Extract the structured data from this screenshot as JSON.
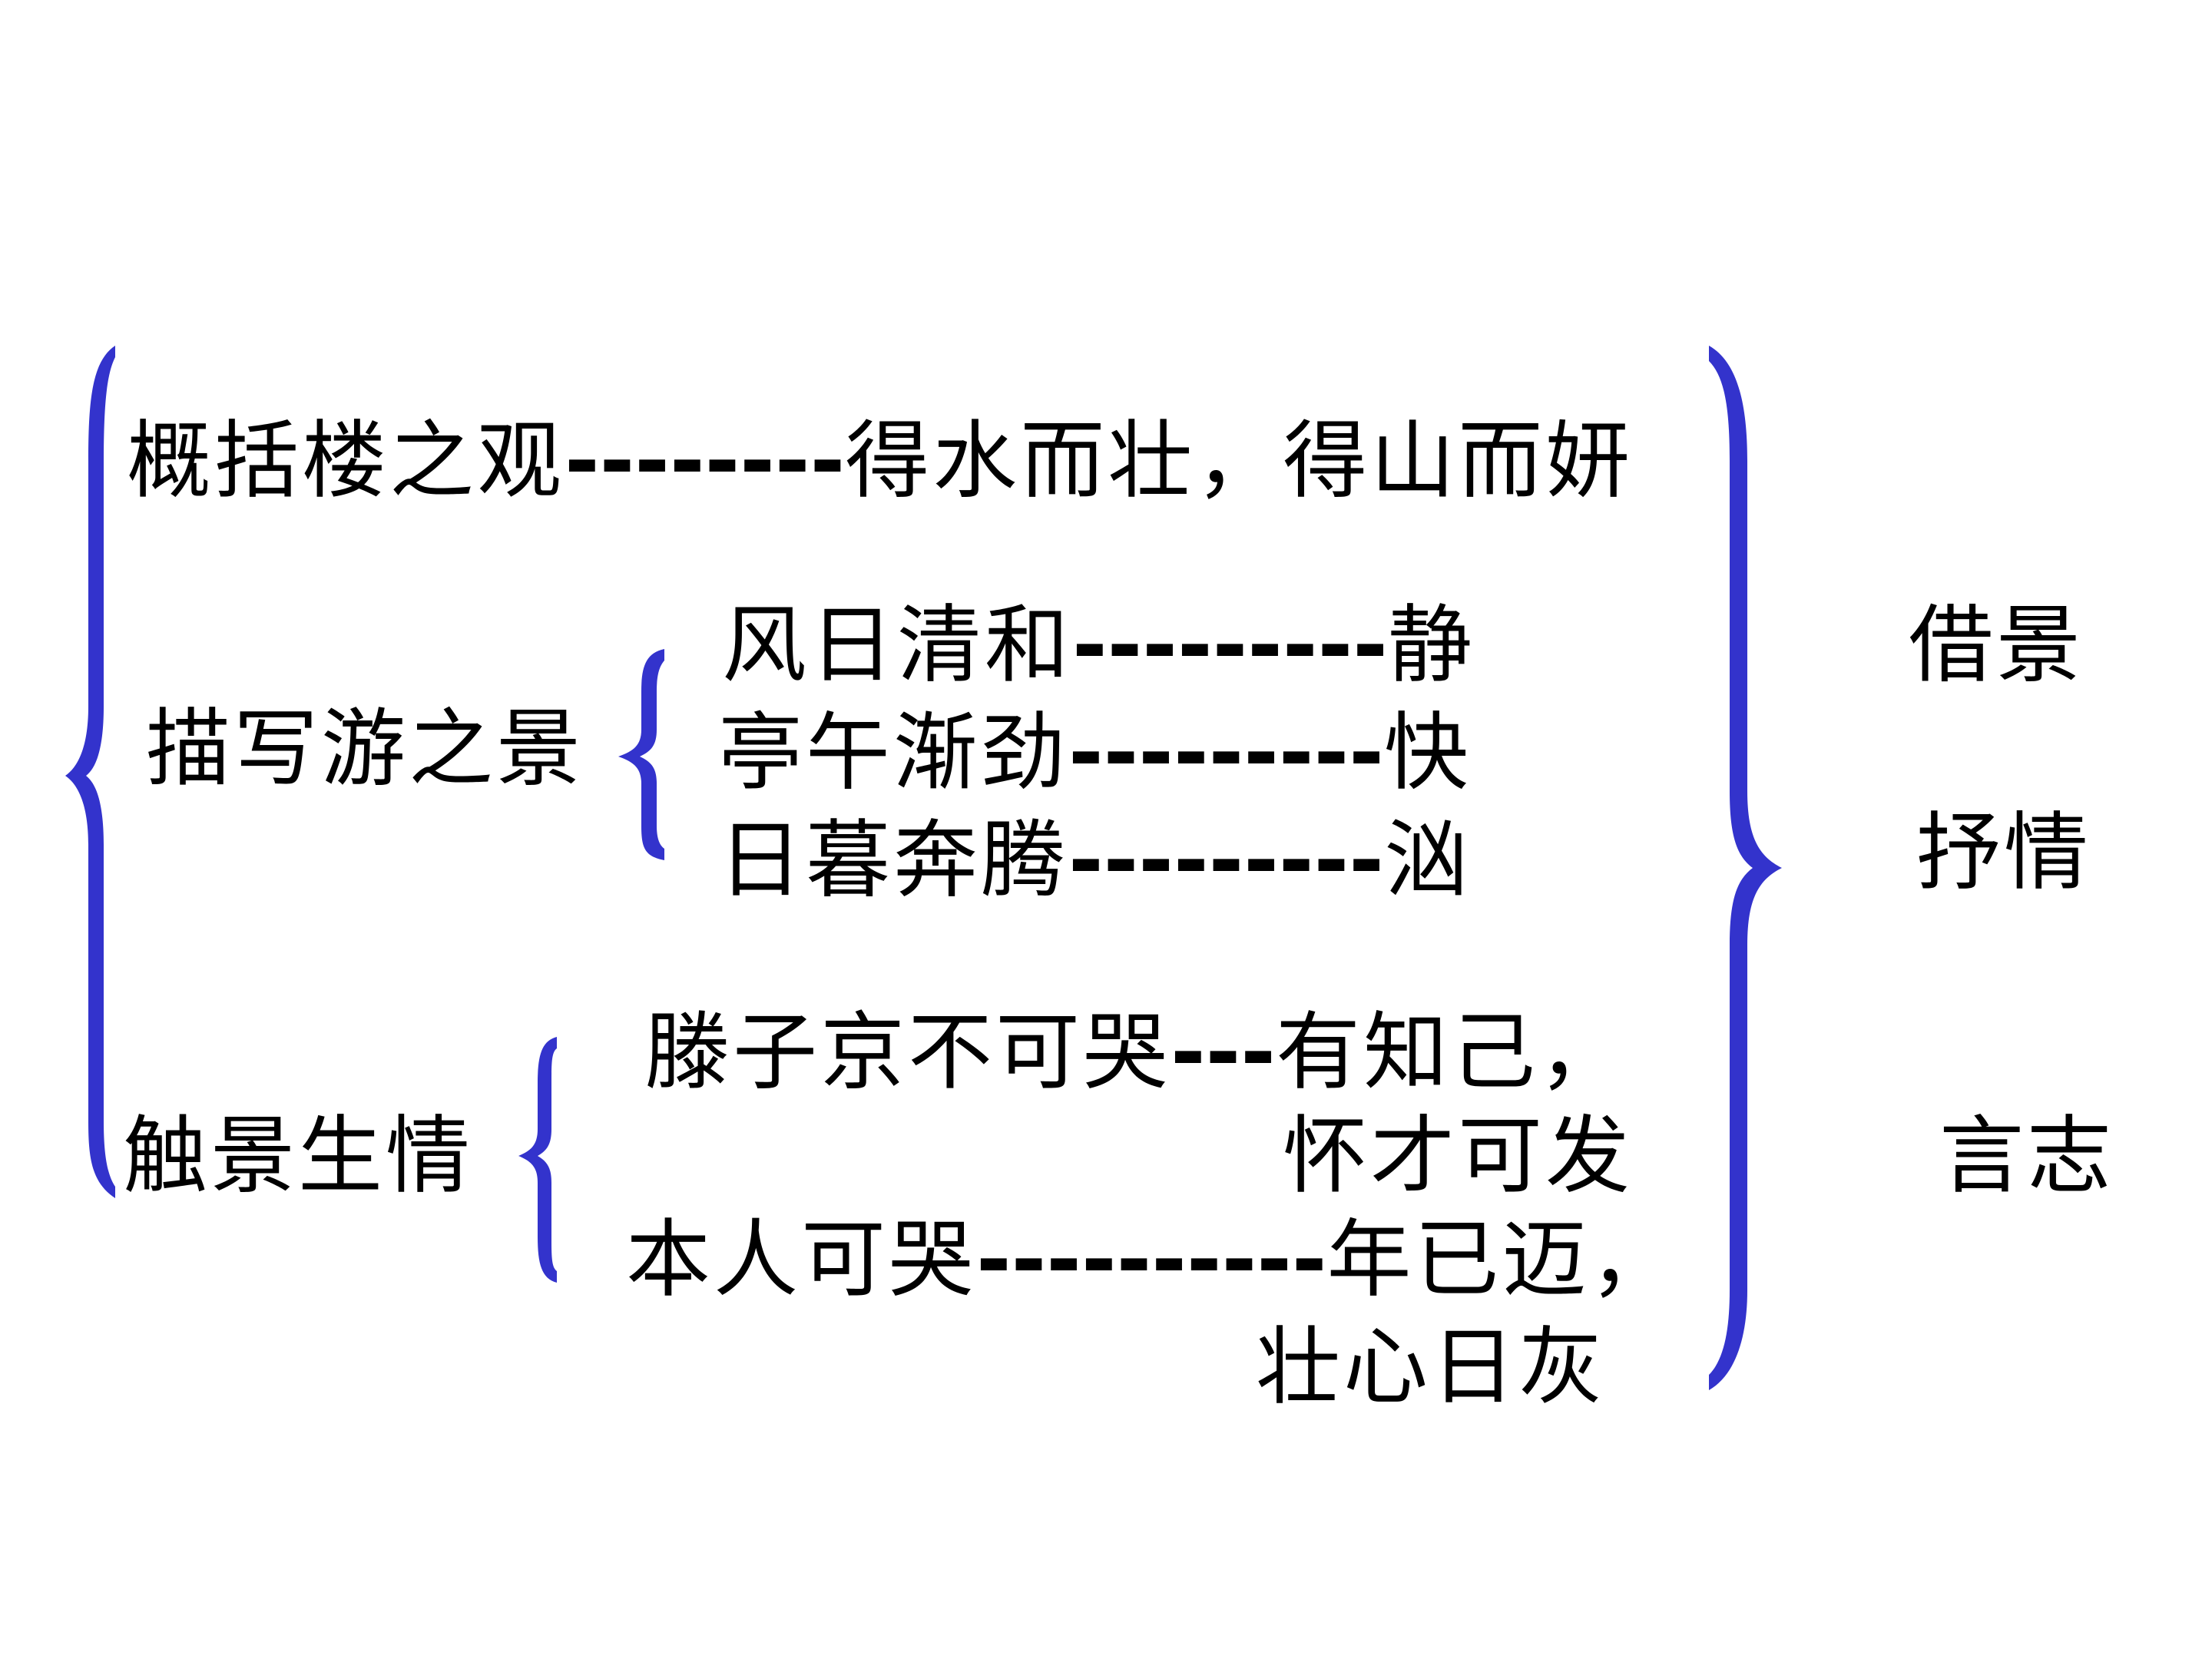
{
  "colors": {
    "brace": "#3333CC",
    "text": "#000000",
    "background": "#FFFFFF"
  },
  "rows": {
    "overview": {
      "label": "概括楼之观",
      "dashes": "--------",
      "detail": "得水而壮，得山而妍"
    },
    "scenery": {
      "label": "描写游之景",
      "items": [
        {
          "scene": "风日清和",
          "dashes": "---------",
          "word": "静"
        },
        {
          "scene": "亭午渐劲",
          "dashes": "---------",
          "word": "快"
        },
        {
          "scene": "日暮奔腾",
          "dashes": "---------",
          "word": "汹"
        }
      ]
    },
    "emotion": {
      "label": "触景生情",
      "line1_text": "滕子京不可哭",
      "line1_dashes": "---",
      "line1_result": "有知己，",
      "line2": "怀才可发",
      "line3_text": "本人可哭",
      "line3_dashes": "----------",
      "line3_result": "年已迈，",
      "line4": "壮心日灰"
    }
  },
  "summary": {
    "item1": "借景",
    "item2": "抒情",
    "item3": "言志"
  }
}
